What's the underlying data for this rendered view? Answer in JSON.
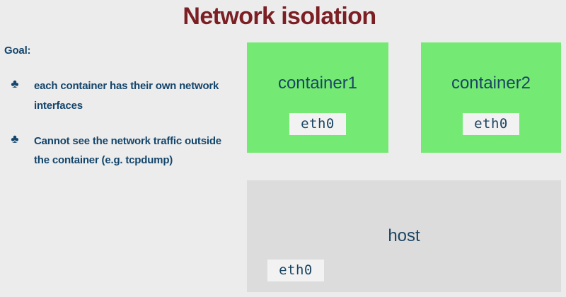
{
  "slide": {
    "title": "Network isolation",
    "title_color": "#7b1f24",
    "background_color": "#ececec"
  },
  "left_panel": {
    "goal_label": "Goal:",
    "text_color": "#14456b",
    "bullet_glyph": "♣",
    "bullets": [
      {
        "text": "each container has their own network interfaces"
      },
      {
        "text": "Cannot see the network traffic outside the container (e.g. tcpdump)"
      }
    ]
  },
  "diagram": {
    "container_color": "#74ea74",
    "host_color": "#dcdcdc",
    "chip_color": "#f2f2f2",
    "label_color": "#1b4562",
    "containers": [
      {
        "label": "container1",
        "interface": "eth0"
      },
      {
        "label": "container2",
        "interface": "eth0"
      }
    ],
    "host": {
      "label": "host",
      "interface": "eth0"
    }
  }
}
